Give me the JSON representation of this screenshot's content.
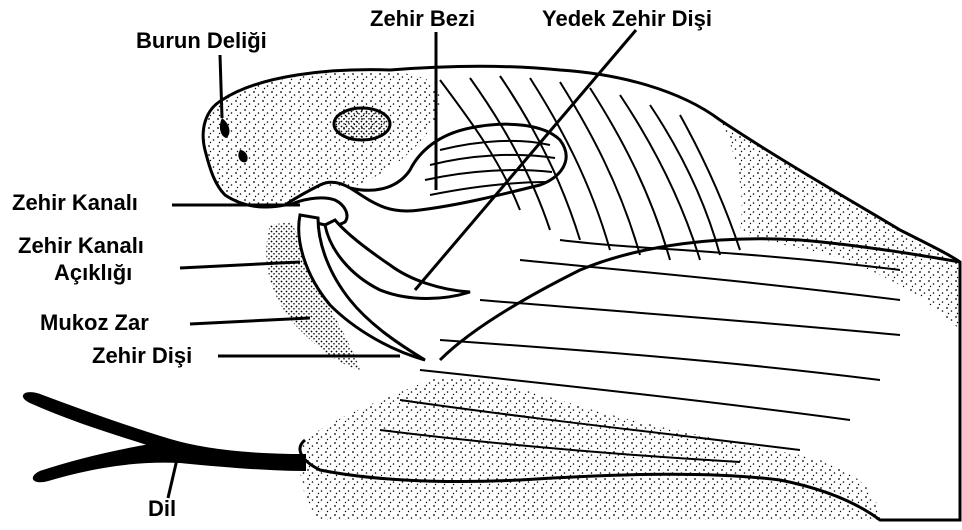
{
  "labels": {
    "burun_deligi": "Burun Deliği",
    "zehir_bezi": "Zehir Bezi",
    "yedek_zehir_disi": "Yedek Zehir Dişi",
    "zehir_kanali": "Zehir Kanalı",
    "zehir_kanali_acikligi_line1": "Zehir Kanalı",
    "zehir_kanali_acikligi_line2": "Açıklığı",
    "mukoz_zar": "Mukoz Zar",
    "zehir_disi": "Zehir Dişi",
    "dil": "Dil"
  },
  "colors": {
    "ink": "#000000",
    "background": "#ffffff"
  }
}
